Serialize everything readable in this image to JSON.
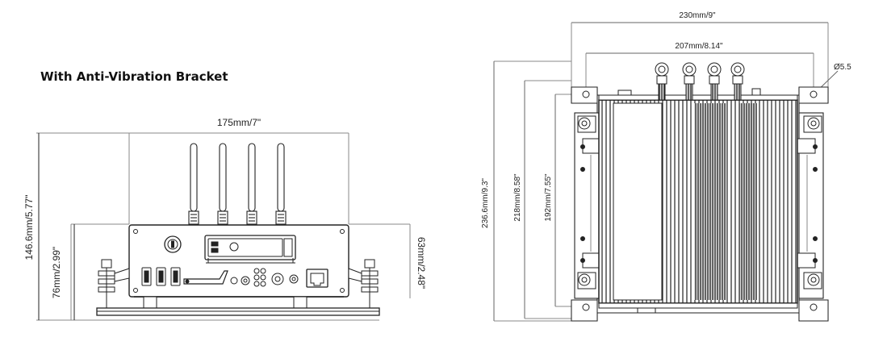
{
  "title": "With Anti-Vibration Bracket",
  "front_view": {
    "width_label": "175mm/7\"",
    "total_height_label": "146.6mm/5.77\"",
    "body_height_label": "76mm/2.99\"",
    "right_height_label": "63mm/2.48\""
  },
  "top_view": {
    "outer_width_label": "230mm/9\"",
    "hole_pitch_label": "207mm/8.14\"",
    "hole_diameter_label": "Ø5.5",
    "outer_height_label": "236.6mm/9.3\"",
    "mid_height_label": "218mm/8.58\"",
    "body_height_label": "192mm/7.55\""
  },
  "colors": {
    "line": "#222222",
    "dim": "#555555",
    "fill": "#f2f2f2"
  }
}
